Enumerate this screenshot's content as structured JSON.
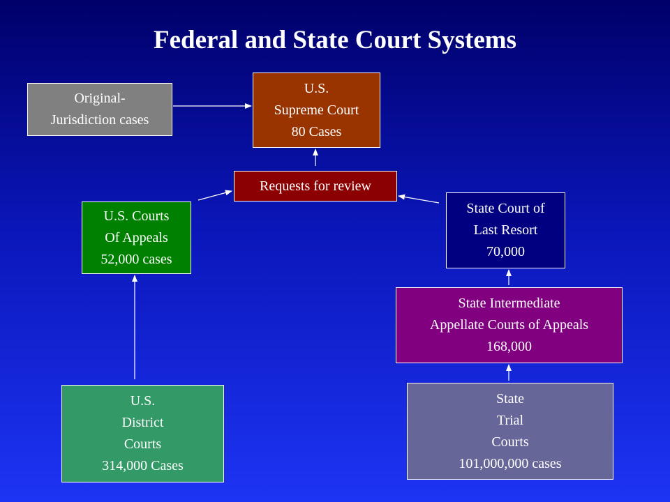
{
  "title": "Federal and State Court Systems",
  "nodes": {
    "original": {
      "lines": [
        "Original-",
        "Jurisdiction cases"
      ],
      "color": "#808080"
    },
    "supreme": {
      "lines": [
        "U.S.",
        "Supreme Court",
        "80 Cases"
      ],
      "color": "#993300"
    },
    "requests": {
      "lines": [
        "Requests for review"
      ],
      "color": "#8b0000"
    },
    "appeals": {
      "lines": [
        "U.S. Courts",
        "Of Appeals",
        "52,000 cases"
      ],
      "color": "#008000"
    },
    "district": {
      "lines": [
        "U.S.",
        "District",
        "Courts",
        "314,000 Cases"
      ],
      "color": "#339966"
    },
    "lastresort": {
      "lines": [
        "State Court of",
        "Last Resort",
        "70,000"
      ],
      "color": "#000080"
    },
    "intermediate": {
      "lines": [
        "State Intermediate",
        "Appellate Courts of Appeals",
        "168,000"
      ],
      "color": "#800080"
    },
    "trial": {
      "lines": [
        "State",
        "Trial",
        "Courts",
        "101,000,000 cases"
      ],
      "color": "#666699"
    }
  },
  "edges": [
    {
      "from": "original",
      "to": "supreme"
    },
    {
      "from": "requests",
      "to": "supreme"
    },
    {
      "from": "appeals",
      "to": "requests"
    },
    {
      "from": "lastresort",
      "to": "requests"
    },
    {
      "from": "district",
      "to": "appeals"
    },
    {
      "from": "intermediate",
      "to": "lastresort"
    },
    {
      "from": "trial",
      "to": "intermediate"
    }
  ]
}
